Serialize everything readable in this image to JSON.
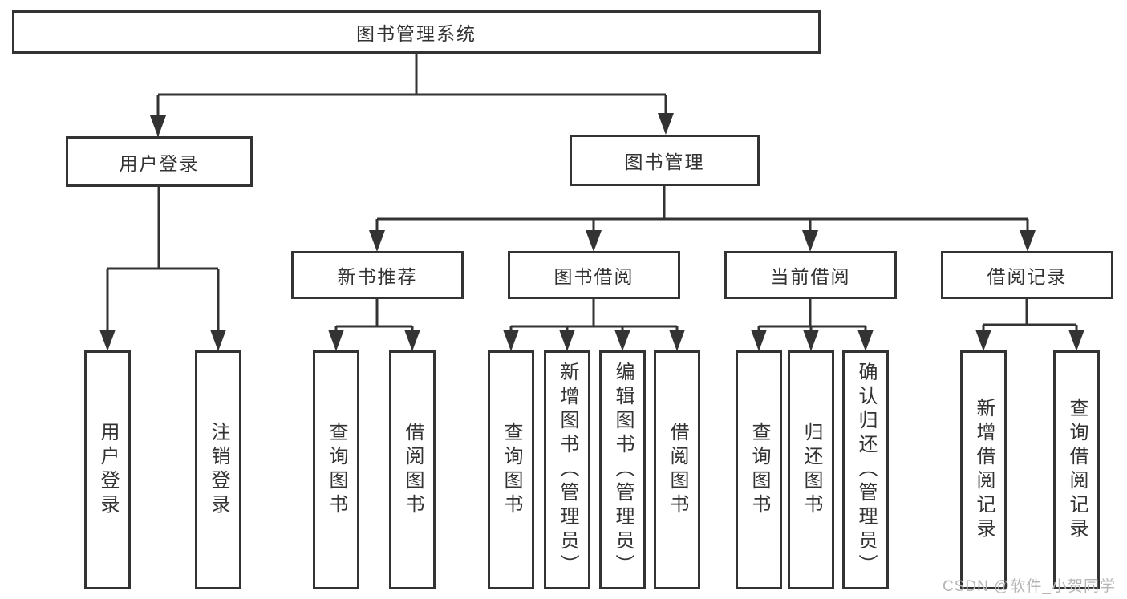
{
  "watermark": "CSDN @软件_小贺同学",
  "colors": {
    "line": "#333333",
    "text": "#333333",
    "background": "#ffffff",
    "watermark": "#b5b5b5"
  },
  "tree": {
    "root": "图书管理系统",
    "nodes": [
      {
        "id": "user-login",
        "label": "用户登录",
        "leaves": [
          "用户登录",
          "注销登录"
        ]
      },
      {
        "id": "book-management",
        "label": "图书管理",
        "subnodes": [
          {
            "id": "new-book-recommendation",
            "label": "新书推荐",
            "leaves": [
              "查询图书",
              "借阅图书"
            ]
          },
          {
            "id": "book-borrowing",
            "label": "图书借阅",
            "leaves": [
              "查询图书",
              "新增图书（管理员）",
              "编辑图书（管理员）",
              "借阅图书"
            ]
          },
          {
            "id": "current-borrowing",
            "label": "当前借阅",
            "leaves": [
              "查询图书",
              "归还图书",
              "确认归还（管理员）"
            ]
          },
          {
            "id": "borrowing-records",
            "label": "借阅记录",
            "leaves": [
              "新增借阅记录",
              "查询借阅记录"
            ]
          }
        ]
      }
    ]
  }
}
